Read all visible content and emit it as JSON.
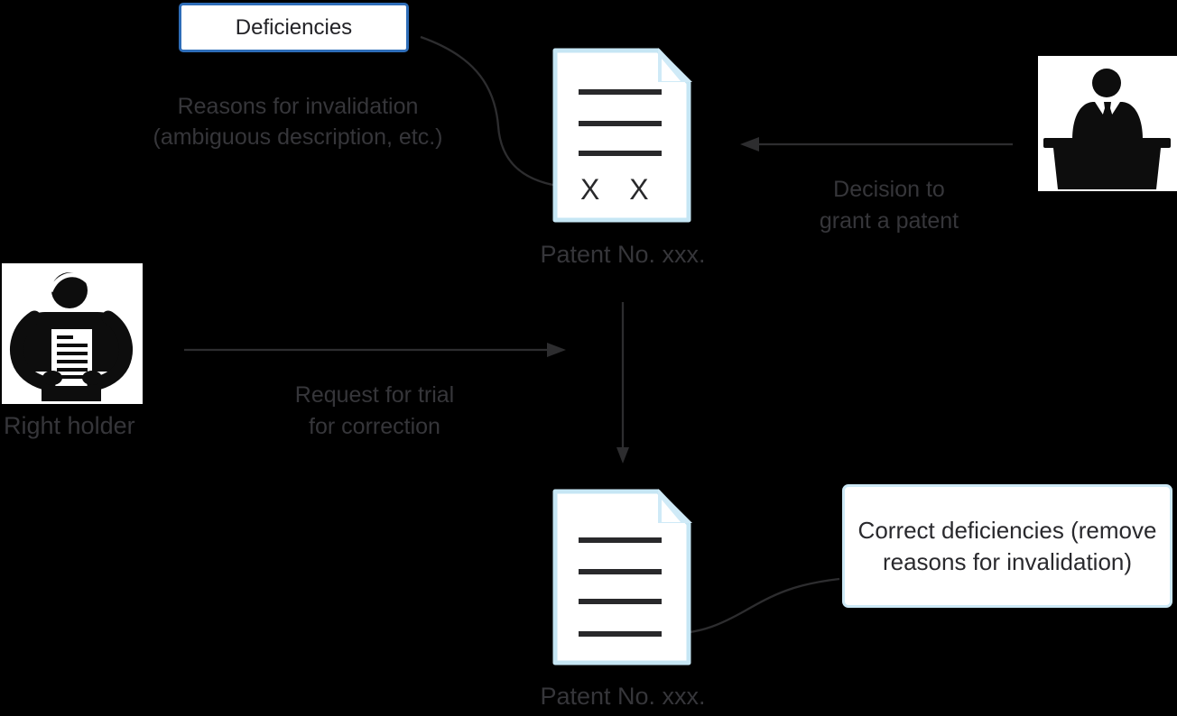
{
  "background": "#000000",
  "colors": {
    "accent_blue": "#2e6db8",
    "light_blue_border": "#c6e6f4",
    "fold_blue": "#cfeaf7",
    "label_gray": "#36363a",
    "ink": "#29292b",
    "arrow": "#2d2d2f",
    "icon_black": "#0d0d0d",
    "paper_white": "#ffffff"
  },
  "deficiencies_box": {
    "label": "Deficiencies"
  },
  "annotations": {
    "reasons": {
      "line1": "Reasons for invalidation",
      "line2": "(ambiguous description, etc.)"
    },
    "decision": {
      "line1": "Decision to",
      "line2": "grant a patent"
    },
    "request": {
      "line1": "Request for trial",
      "line2": "for correction"
    },
    "correct": {
      "line1": "Correct deficiencies",
      "line2": "(remove reasons for",
      "line3": "invalidation)"
    }
  },
  "documents": {
    "top": {
      "label": "Patent No. xxx.",
      "marks": "X X",
      "line_count": 3
    },
    "bottom": {
      "label": "Patent No. xxx.",
      "line_count": 4
    }
  },
  "actors": {
    "right_holder": {
      "label": "Right holder",
      "icon": "person-holding-document-icon"
    },
    "examiner": {
      "icon": "examiner-at-desk-icon"
    }
  }
}
